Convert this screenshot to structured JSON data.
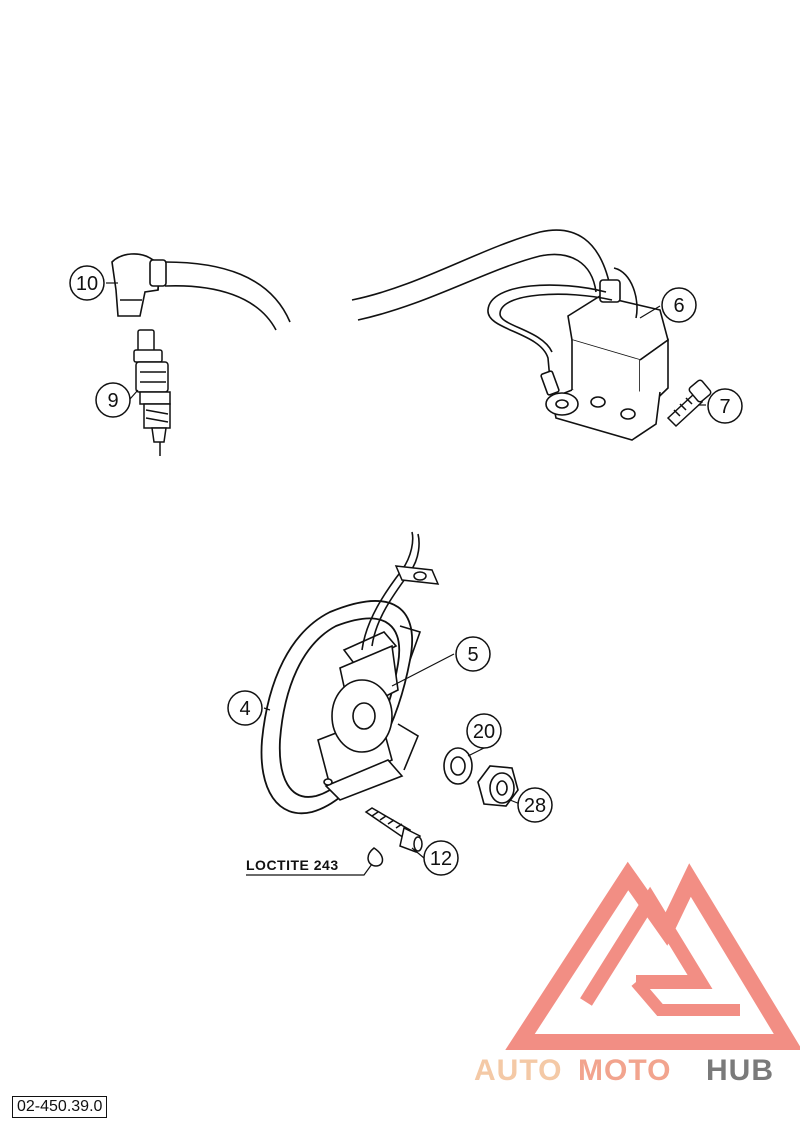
{
  "callouts": {
    "c4": "4",
    "c5": "5",
    "c6": "6",
    "c7": "7",
    "c9": "9",
    "c10": "10",
    "c12": "12",
    "c20": "20",
    "c28": "28"
  },
  "loctite_label": "LOCTITE 243",
  "part_code": "02-450.39.0",
  "watermark": {
    "auto": "AUTO",
    "moto": "MOTO",
    "hub": "HUB",
    "colors": {
      "auto": "#f4c9a6",
      "moto": "#f2a48e",
      "hub": "#7a7a7a",
      "logo": "#f28e84"
    }
  }
}
